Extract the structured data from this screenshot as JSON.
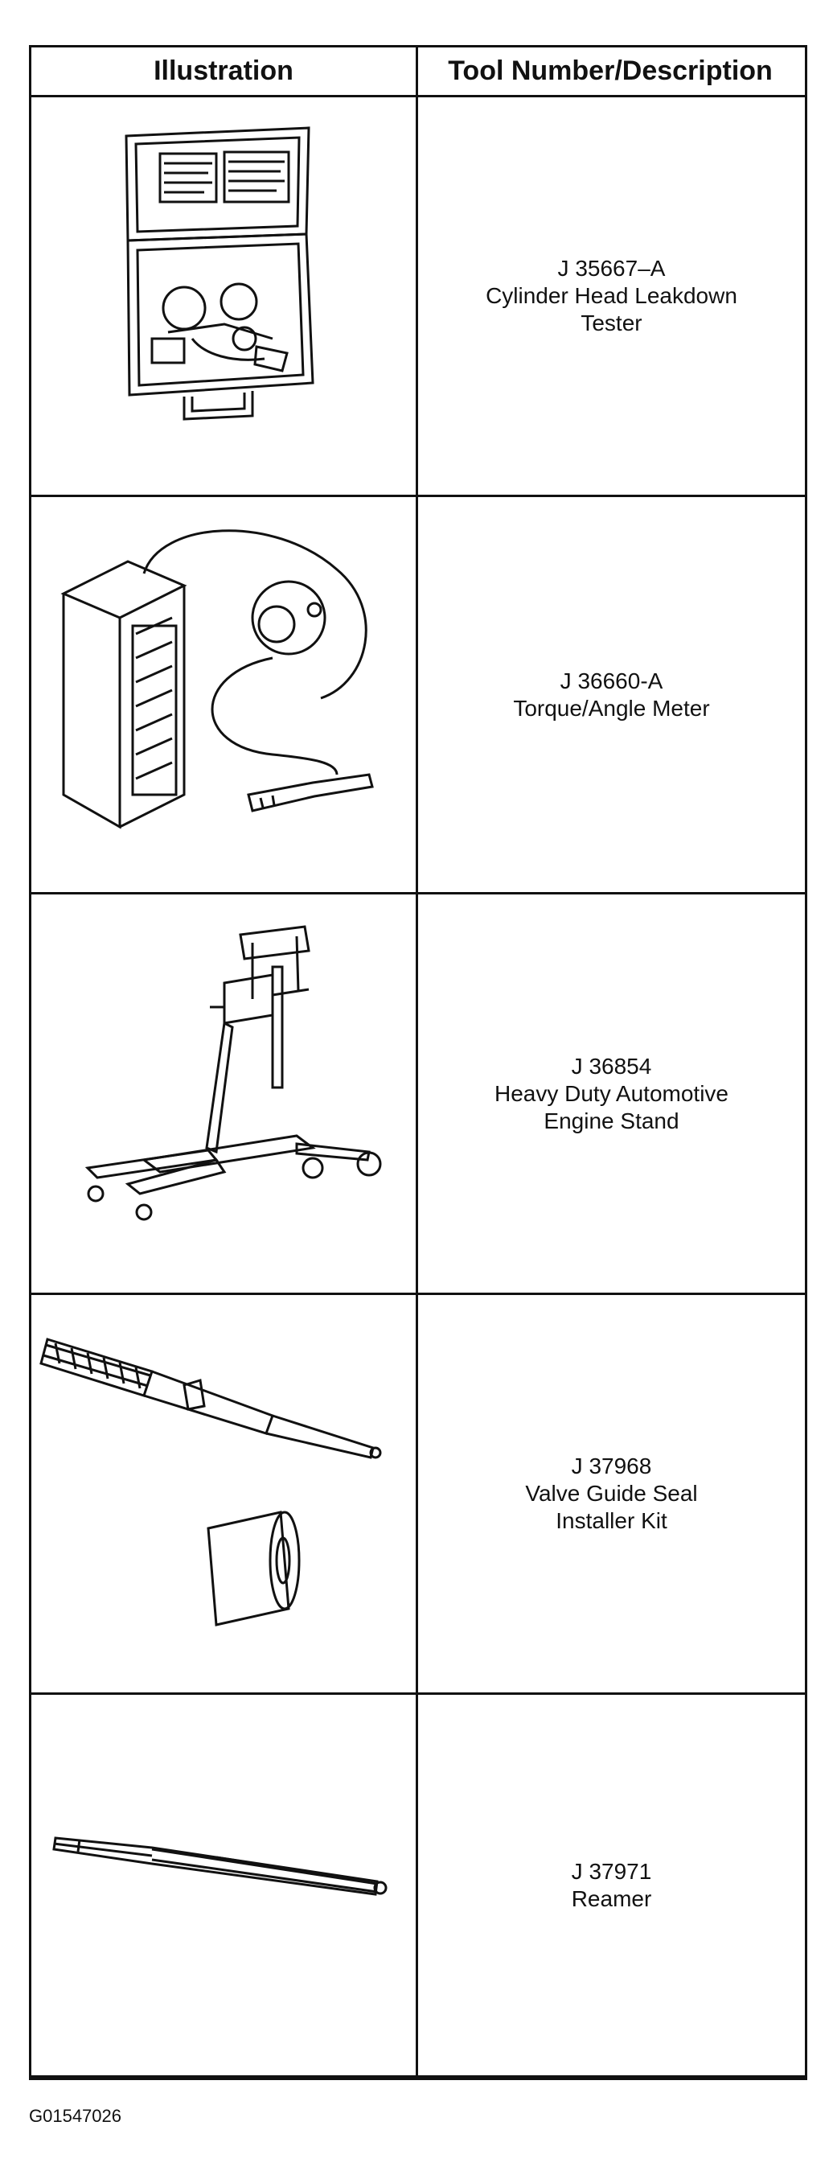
{
  "table": {
    "headers": {
      "illustration": "Illustration",
      "tool": "Tool Number/Description"
    },
    "rows": [
      {
        "number": "J 35667–A",
        "description": "Cylinder Head Leakdown\nTester",
        "illustration_icon": "leakdown-tester-case-icon"
      },
      {
        "number": "J 36660-A",
        "description": "Torque/Angle Meter",
        "illustration_icon": "torque-angle-meter-icon"
      },
      {
        "number": "J 36854",
        "description": "Heavy Duty Automotive\nEngine Stand",
        "illustration_icon": "engine-stand-icon"
      },
      {
        "number": "J 37968",
        "description": "Valve Guide Seal\nInstaller Kit",
        "illustration_icon": "seal-installer-icon"
      },
      {
        "number": "J 37971",
        "description": "Reamer",
        "illustration_icon": "reamer-icon"
      }
    ]
  },
  "figure_id": "G01547026"
}
